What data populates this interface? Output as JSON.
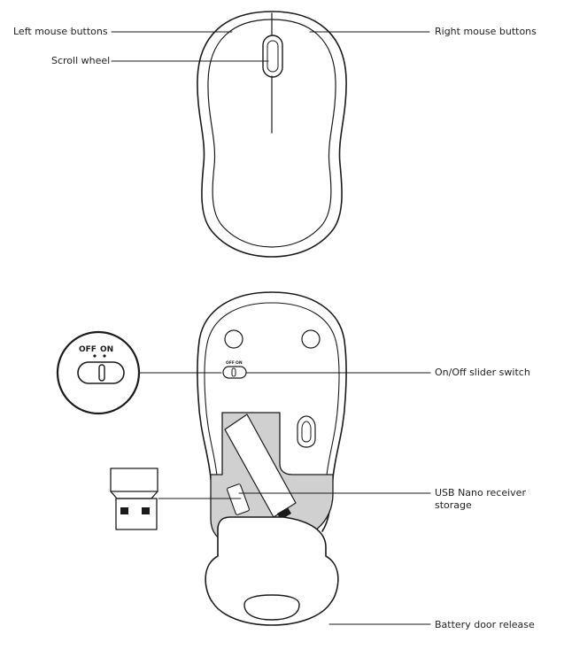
{
  "callouts": {
    "left_buttons": "Left mouse buttons",
    "right_buttons": "Right mouse buttons",
    "scroll_wheel": "Scroll wheel",
    "switch": "On/Off slider switch",
    "receiver_line1": "USB Nano receiver",
    "receiver_line2": "storage",
    "battery_door": "Battery door release"
  },
  "switch_inset": {
    "off_label": "OFF",
    "on_label": "ON"
  },
  "switch_small": {
    "off_label": "OFF",
    "on_label": "ON"
  },
  "colors": {
    "stroke": "#1a1a1a",
    "compartment": "#d0d0d0",
    "background": "#ffffff"
  }
}
